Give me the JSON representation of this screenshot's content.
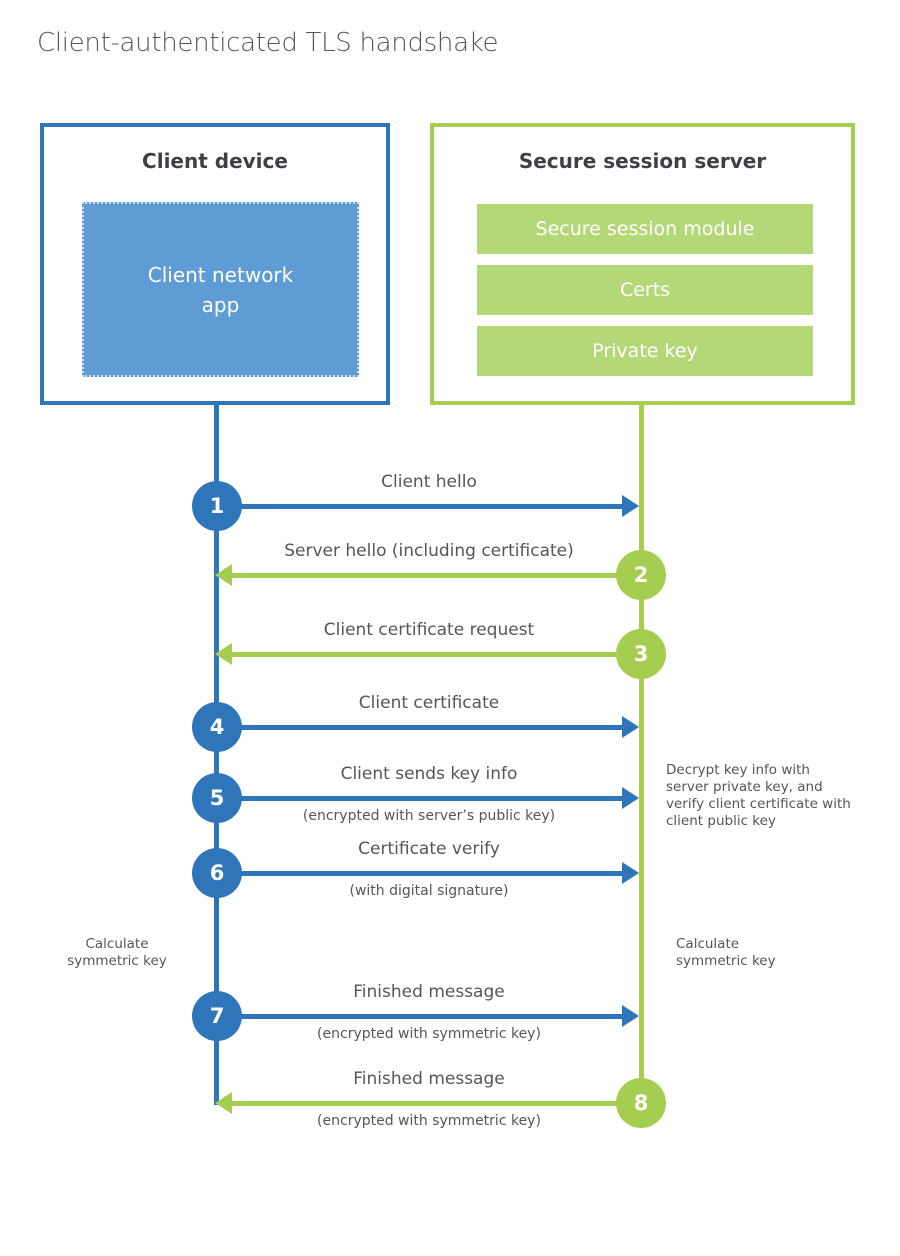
{
  "title": "Client-authenticated TLS handshake",
  "colors": {
    "blue": "#2e76b9",
    "blue_fill": "#5f9cd6",
    "green": "#a5cd50",
    "green_fill": "#b4d877",
    "text": "#55565a",
    "heading": "#3f4045"
  },
  "client_box": {
    "header": "Client device",
    "app_label": "Client network app"
  },
  "server_box": {
    "header": "Secure session server",
    "modules": [
      "Secure session module",
      "Certs",
      "Private key"
    ]
  },
  "messages": [
    {
      "step": "1",
      "label": "Client hello",
      "sublabel": "",
      "from": "client",
      "to": "server",
      "color": "blue"
    },
    {
      "step": "2",
      "label": "Server hello (including certificate)",
      "sublabel": "",
      "from": "server",
      "to": "client",
      "color": "green"
    },
    {
      "step": "3",
      "label": "Client certificate request",
      "sublabel": "",
      "from": "server",
      "to": "client",
      "color": "green"
    },
    {
      "step": "4",
      "label": "Client certificate",
      "sublabel": "",
      "from": "client",
      "to": "server",
      "color": "blue"
    },
    {
      "step": "5",
      "label": "Client sends key info",
      "sublabel": "(encrypted with server’s public key)",
      "from": "client",
      "to": "server",
      "color": "blue"
    },
    {
      "step": "6",
      "label": "Certificate verify",
      "sublabel": "(with digital signature)",
      "from": "client",
      "to": "server",
      "color": "blue"
    },
    {
      "step": "7",
      "label": "Finished message",
      "sublabel": "(encrypted with symmetric key)",
      "from": "client",
      "to": "server",
      "color": "blue"
    },
    {
      "step": "8",
      "label": "Finished message",
      "sublabel": "(encrypted with symmetric key)",
      "from": "server",
      "to": "client",
      "color": "green"
    }
  ],
  "annotations": {
    "server_note": "Decrypt key info with server private key, and verify client certificate with client public key",
    "client_calc": "Calculate symmetric key",
    "server_calc": "Calculate symmetric key"
  }
}
